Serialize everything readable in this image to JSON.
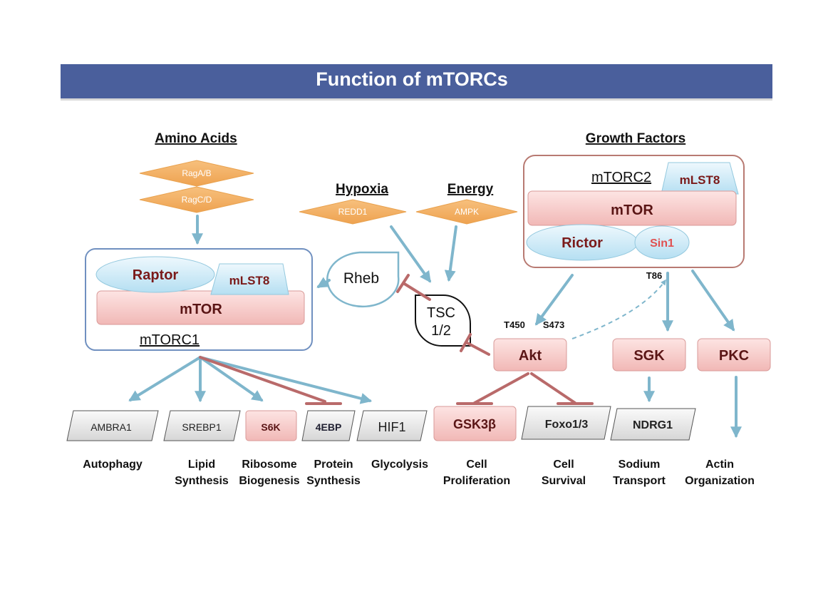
{
  "title": "Function of mTORCs",
  "inputs": {
    "amino_acids": "Amino Acids",
    "hypoxia": "Hypoxia",
    "energy": "Energy",
    "growth_factors": "Growth Factors"
  },
  "nodes": {
    "raga_b": "RagA/B",
    "ragc_d": "RagC/D",
    "redd1": "REDD1",
    "ampk": "AMPK",
    "rheb": "Rheb",
    "tsc_line1": "TSC",
    "tsc_line2": "1/2",
    "akt": "Akt",
    "sgk": "SGK",
    "pkc": "PKC"
  },
  "mtorc1": {
    "label": "mTORC1",
    "raptor": "Raptor",
    "mlst8": "mLST8",
    "mtor": "mTOR"
  },
  "mtorc2": {
    "label": "mTORC2",
    "mlst8": "mLST8",
    "mtor": "mTOR",
    "rictor": "Rictor",
    "sin1": "Sin1"
  },
  "sites": {
    "t86": "T86",
    "t450": "T450",
    "s473": "S473"
  },
  "targets": {
    "ambra1": "AMBRA1",
    "srebp1": "SREBP1",
    "s6k": "S6K",
    "4ebp": "4EBP",
    "hif1": "HIF1",
    "gsk3b": "GSK3β",
    "foxo": "Foxo1/3",
    "ndrg1": "NDRG1"
  },
  "outcomes": {
    "autophagy": "Autophagy",
    "lipid_1": "Lipid",
    "lipid_2": "Synthesis",
    "ribosome_1": "Ribosome",
    "ribosome_2": "Biogenesis",
    "protein_1": "Protein",
    "protein_2": "Synthesis",
    "glycolysis": "Glycolysis",
    "cell_prolif_1": "Cell",
    "cell_prolif_2": "Proliferation",
    "cell_surv_1": "Cell",
    "cell_surv_2": "Survival",
    "sodium_1": "Sodium",
    "sodium_2": "Transport",
    "actin_1": "Actin",
    "actin_2": "Organization"
  },
  "colors": {
    "title_bar": "#4a5f9c",
    "diamond": "#f2ae5e",
    "pink_box": "#f8d3d2",
    "blue_oval": "#cfeaf7",
    "activation_arrow": "#7fb6cc",
    "inhibition_line": "#b96a6a",
    "complex1_border": "#7090c0",
    "complex2_border": "#b87a72"
  }
}
